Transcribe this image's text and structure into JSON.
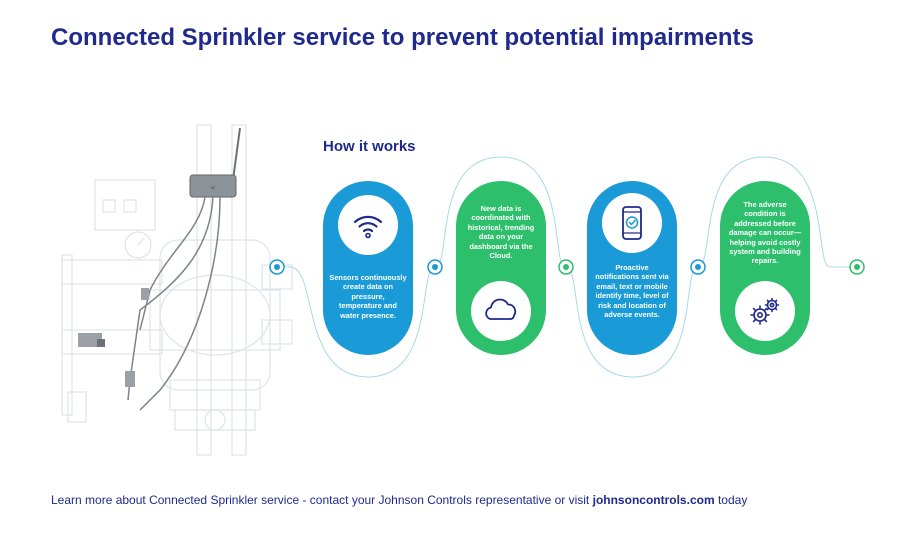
{
  "page": {
    "title": "Connected Sprinkler service to prevent potential impairments",
    "subtitle": "How it works"
  },
  "steps": [
    {
      "text": "Sensors continuously create data on pressure, temperature and water presence.",
      "color": "#1a9ad6",
      "icon": "wifi-icon"
    },
    {
      "text": "New data is coordinated with historical, trending data on your dashboard via the Cloud.",
      "color": "#2dbf6c",
      "icon": "cloud-icon"
    },
    {
      "text": "Proactive notifications sent via email, text or mobile identify time, level of risk and location of adverse events.",
      "color": "#1a9ad6",
      "icon": "smartphone-check-icon"
    },
    {
      "text": "The adverse condition is addressed before damage can occur—helping avoid costly system and building repairs.",
      "color": "#2dbf6c",
      "icon": "gears-icon"
    }
  ],
  "footer": {
    "text": "Learn more about Connected Sprinkler service - contact your Johnson Controls representative or visit",
    "link": "johnsoncontrols.com",
    "suffix": "today"
  },
  "colors": {
    "navy": "#1f2a8c",
    "blue": "#1a9ad6",
    "green": "#2dbf6c",
    "line": "#a9d8ec"
  }
}
